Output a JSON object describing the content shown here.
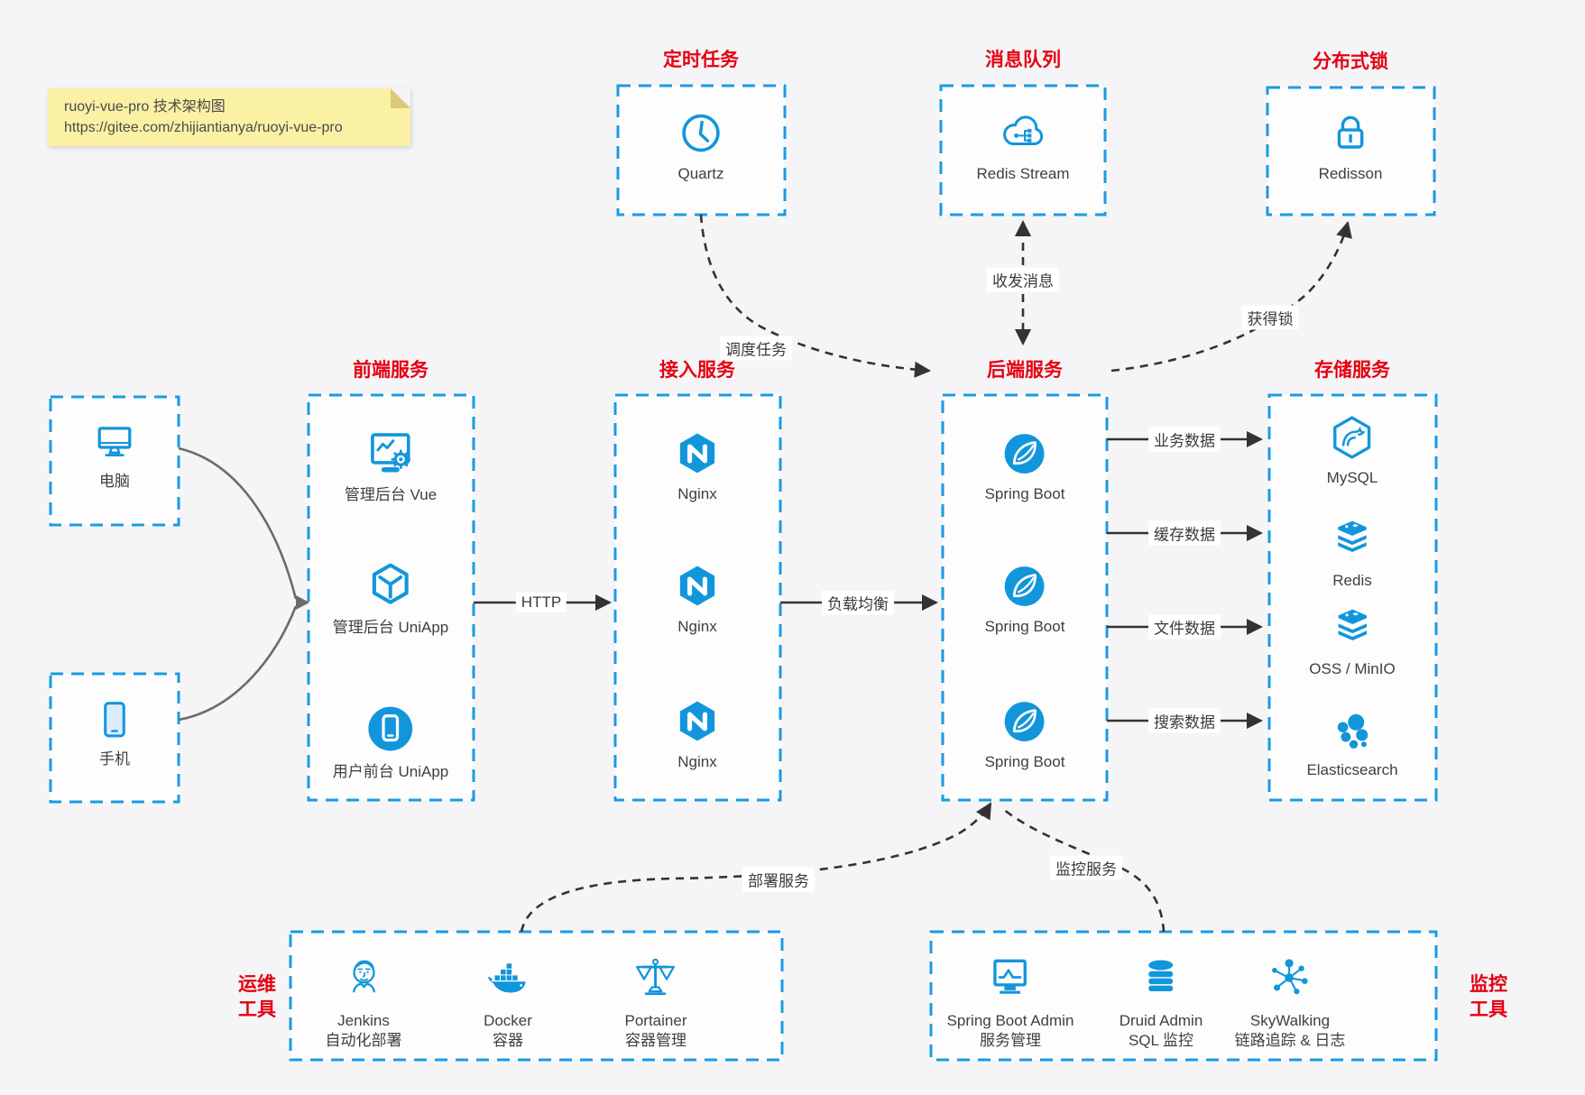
{
  "colors": {
    "background": "#f5f5f7",
    "box_fill": "#fdfdfe",
    "accent_blue": "#1296db",
    "border_blue": "#1b9ae4",
    "title_red": "#e60012",
    "note_bg": "#faf1a4",
    "note_fold": "#ddc977",
    "text": "#3f3f3f",
    "edge_dark": "#333333",
    "edge_gray": "#6b6b6b"
  },
  "note": {
    "line1": "ruoyi-vue-pro 技术架构图",
    "line2": "https://gitee.com/zhijiantianya/ruoyi-vue-pro"
  },
  "top_groups": [
    {
      "title": "定时任务",
      "item": {
        "label": "Quartz",
        "icon": "clock-icon"
      }
    },
    {
      "title": "消息队列",
      "item": {
        "label": "Redis Stream",
        "icon": "cloud-mq-icon"
      }
    },
    {
      "title": "分布式锁",
      "item": {
        "label": "Redisson",
        "icon": "lock-icon"
      }
    }
  ],
  "clients": [
    {
      "label": "电脑",
      "icon": "desktop-icon"
    },
    {
      "label": "手机",
      "icon": "mobile-icon"
    }
  ],
  "columns": [
    {
      "title": "前端服务",
      "items": [
        {
          "label": "管理后台 Vue",
          "icon": "admin-vue-icon"
        },
        {
          "label": "管理后台 UniApp",
          "icon": "uniapp-cube-icon"
        },
        {
          "label": "用户前台 UniApp",
          "icon": "user-uniapp-icon"
        }
      ]
    },
    {
      "title": "接入服务",
      "items": [
        {
          "label": "Nginx",
          "icon": "nginx-icon"
        },
        {
          "label": "Nginx",
          "icon": "nginx-icon"
        },
        {
          "label": "Nginx",
          "icon": "nginx-icon"
        }
      ]
    },
    {
      "title": "后端服务",
      "items": [
        {
          "label": "Spring Boot",
          "icon": "springboot-icon"
        },
        {
          "label": "Spring Boot",
          "icon": "springboot-icon"
        },
        {
          "label": "Spring Boot",
          "icon": "springboot-icon"
        }
      ]
    },
    {
      "title": "存储服务",
      "items": [
        {
          "label": "MySQL",
          "icon": "mysql-icon"
        },
        {
          "label": "Redis",
          "icon": "stack-icon"
        },
        {
          "label": "OSS / MinIO",
          "icon": "stack-icon"
        },
        {
          "label": "Elasticsearch",
          "icon": "elasticsearch-icon"
        }
      ]
    }
  ],
  "bottom_groups": [
    {
      "title_line1": "运维",
      "title_line2": "工具",
      "items": [
        {
          "name": "Jenkins",
          "desc": "自动化部署",
          "icon": "jenkins-icon"
        },
        {
          "name": "Docker",
          "desc": "容器",
          "icon": "docker-icon"
        },
        {
          "name": "Portainer",
          "desc": "容器管理",
          "icon": "portainer-icon"
        }
      ]
    },
    {
      "title_line1": "监控",
      "title_line2": "工具",
      "items": [
        {
          "name": "Spring Boot Admin",
          "desc": "服务管理",
          "icon": "sba-icon"
        },
        {
          "name": "Druid Admin",
          "desc": "SQL 监控",
          "icon": "druid-icon"
        },
        {
          "name": "SkyWalking",
          "desc": "链路追踪 & 日志",
          "icon": "skywalking-icon"
        }
      ]
    }
  ],
  "edges": {
    "http": "HTTP",
    "load_balance": "负载均衡",
    "schedule": "调度任务",
    "message": "收发消息",
    "lock": "获得锁",
    "business": "业务数据",
    "cache": "缓存数据",
    "file": "文件数据",
    "search": "搜索数据",
    "deploy": "部署服务",
    "monitor": "监控服务"
  }
}
